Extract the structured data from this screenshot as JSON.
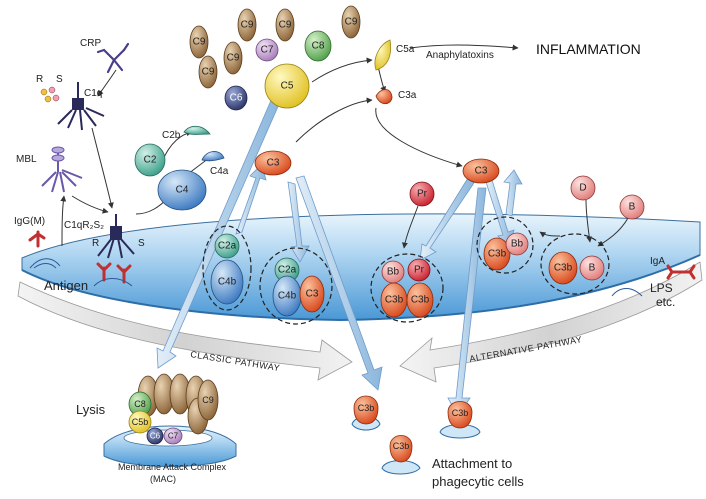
{
  "labels": {
    "inflammation": "INFLAMMATION",
    "anaphylatoxins": "Anaphylatoxins",
    "crp": "CRP",
    "r": "R",
    "s": "S",
    "c1q": "C1q",
    "mbl": "MBL",
    "igg": "IgG(M)",
    "c1qr2s2": "C1qR₂S₂",
    "antigen": "Antigen",
    "classic_pathway": "CLASSIC PATHWAY",
    "alternative_pathway": "ALTERNATIVE PATHWAY",
    "lysis": "Lysis",
    "mac": "Membrane Attack Complex",
    "mac_abbr": "(MAC)",
    "attachment_1": "Attachment to",
    "attachment_2": "phagecytic cells",
    "iga": "IgA",
    "lps": "LPS",
    "etc": "etc."
  },
  "molecules": {
    "c9": "C9",
    "c8": "C8",
    "c7": "C7",
    "c6": "C6",
    "c5": "C5",
    "c5a": "C5a",
    "c3a": "C3a",
    "c2": "C2",
    "c2b": "C2b",
    "c4": "C4",
    "c4a": "C4a",
    "c3": "C3",
    "c2a": "C2a",
    "c4b": "C4b",
    "c3b": "C3b",
    "bb": "Bb",
    "pr": "Pr",
    "d": "D",
    "b": "B",
    "c5b": "C5b"
  },
  "colors": {
    "membrane_top": "#d8ecfa",
    "membrane_bottom": "#5aa7e0",
    "c9_brown": "#a07a4f",
    "c8_green": "#7dc27a",
    "c7_purple": "#c8a0d8",
    "c6_navy": "#3c4b82",
    "c5_yellow": "#f4e040",
    "c3_orange": "#e8602a",
    "c2_teal": "#5fbfa9",
    "c4_blue": "#5a9ad8",
    "pink": "#f4a0a0",
    "pr_red": "#e04048"
  }
}
